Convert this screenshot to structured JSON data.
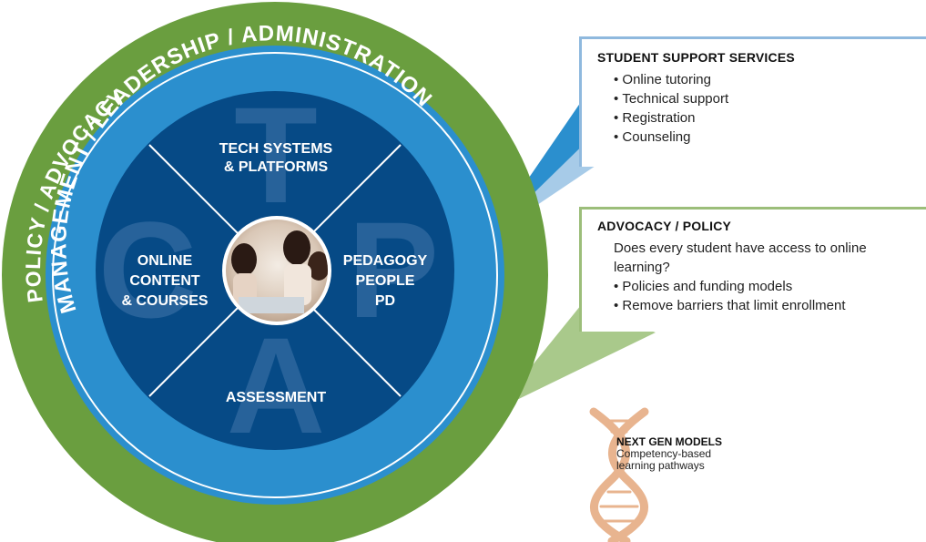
{
  "rings": {
    "outer_label": "POLICY / ADVOCACY",
    "inner_label": "MANAGEMENT / LEADERSHIP / ADMINISTRATION"
  },
  "quadrants": {
    "top": [
      "TECH SYSTEMS",
      "& PLATFORMS"
    ],
    "left": [
      "ONLINE",
      "CONTENT",
      "& COURSES"
    ],
    "right": [
      "PEDAGOGY",
      "PEOPLE",
      "PD"
    ],
    "bottom": [
      "ASSESSMENT"
    ]
  },
  "watermark_letters": {
    "top": "T",
    "left": "C",
    "right": "P",
    "bottom": "A"
  },
  "student_support": {
    "title": "STUDENT SUPPORT SERVICES",
    "items": [
      "Online tutoring",
      "Technical support",
      "Registration",
      "Counseling"
    ]
  },
  "advocacy_policy": {
    "title": "ADVOCACY / POLICY",
    "question": "Does every student have access to online learning?",
    "items": [
      "Policies and funding models",
      "Remove barriers that limit enrollment"
    ]
  },
  "next_gen": {
    "title": "NEXT GEN MODELS",
    "description": "Competency-based learning pathways"
  },
  "colors": {
    "outer_green": "#6a9e3f",
    "middle_blue": "#2b8fce",
    "inner_navy": "#064a86",
    "watermark": "#3d73a8",
    "dna": "#e8b48f"
  },
  "center_image": "photo-of-students-at-laptop"
}
